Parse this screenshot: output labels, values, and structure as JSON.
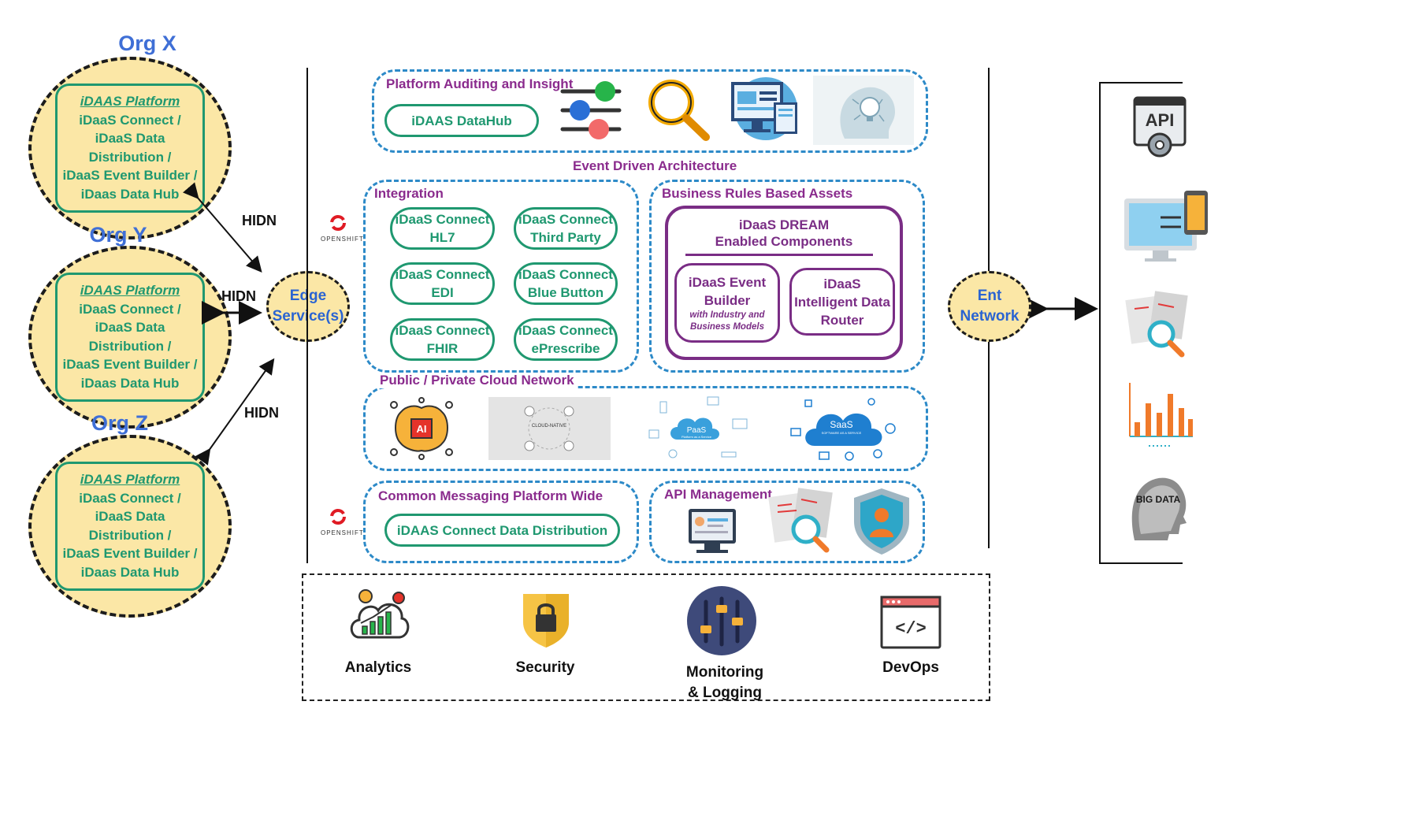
{
  "orgs": [
    {
      "title": "Org X",
      "platform": "iDAAS Platform",
      "line1": "iDaaS Connect /",
      "line2": "iDaaS Data",
      "line3": "Distribution /",
      "line4": "iDaaS Event Builder /",
      "line5": "iDaas Data Hub"
    },
    {
      "title": "Org Y",
      "platform": "iDAAS Platform",
      "line1": "iDaaS Connect /",
      "line2": "iDaaS Data",
      "line3": "Distribution /",
      "line4": "iDaaS Event Builder /",
      "line5": "iDaas Data Hub"
    },
    {
      "title": "Org Z",
      "platform": "iDAAS Platform",
      "line1": "iDaaS Connect /",
      "line2": "iDaaS Data",
      "line3": "Distribution /",
      "line4": "iDaaS Event Builder /",
      "line5": "iDaas Data Hub"
    }
  ],
  "hidn": [
    "HIDN",
    "HIDN",
    "HIDN"
  ],
  "edge": {
    "line1": "Edge",
    "line2": "Service(s)"
  },
  "openshift": [
    "OPENSHIFT",
    "OPENSHIFT"
  ],
  "auditing": {
    "title": "Platform Auditing and Insight",
    "datahub": "iDAAS DataHub"
  },
  "eda": "Event Driven Architecture",
  "integration": {
    "title": "Integration",
    "items": [
      {
        "l1": "iDaaS Connect",
        "l2": "HL7"
      },
      {
        "l1": "iDaaS Connect",
        "l2": "Third Party"
      },
      {
        "l1": "iDaaS Connect",
        "l2": "EDI"
      },
      {
        "l1": "iDaaS Connect",
        "l2": "Blue Button"
      },
      {
        "l1": "iDaaS Connect",
        "l2": "FHIR"
      },
      {
        "l1": "iDaaS Connect",
        "l2": "ePrescribe"
      }
    ]
  },
  "rules": {
    "title": "Business Rules Based Assets",
    "dream1": "iDaaS DREAM",
    "dream2": "Enabled Components",
    "event1": "iDaaS Event",
    "event2": "Builder",
    "event3": "with Industry and",
    "event4": "Business Models",
    "router1": "iDaaS",
    "router2": "Intelligent Data",
    "router3": "Router"
  },
  "cloud": {
    "title": "Public / Private Cloud Network",
    "ai": "AI",
    "cloudnative": "CLOUD-NATIVE",
    "paas": "PaaS",
    "paas_sub": "Platform as a Service",
    "saas": "SaaS",
    "saas_sub": "SOFTWARE AS A SERVICE"
  },
  "messaging": {
    "title": "Common Messaging  Platform Wide",
    "pill": "iDAAS Connect  Data Distribution"
  },
  "api_mgmt": {
    "title": "API Management"
  },
  "ent": {
    "line1": "Ent",
    "line2": "Network"
  },
  "right_icons": {
    "api": "API",
    "bigdata": "BIG DATA"
  },
  "tools": {
    "analytics": "Analytics",
    "security": "Security",
    "monitoring1": "Monitoring",
    "monitoring2": "& Logging",
    "devops": "DevOps",
    "code": "</>"
  },
  "colors": {
    "green": "#1f9870",
    "purple": "#7a2d85",
    "blue": "#2d8ac8",
    "yellow": "#fbe7a6",
    "orgblue": "#3f6fd6"
  }
}
